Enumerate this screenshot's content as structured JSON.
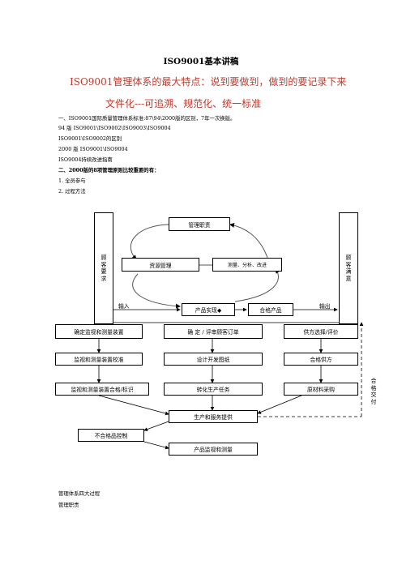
{
  "title": "ISO9001基本讲稿",
  "subtitle_line1": "ISO9001管理体系的最大特点：说到要做到，做到的要记录下来",
  "subtitle_line2": "文件化---可追溯、规范化、统一标准",
  "body": {
    "line1": "一、ISO9001国际质量管理体系标准:87\\94\\2000版的区别，7年一次换版。",
    "line2": "94 版          ISO9001\\ISO9002\\ISO9003\\ISO9004",
    "line3": "ISO9001\\ISO9002的区别",
    "line4": "2000 版        ISO9001\\ISO9004",
    "line5": "ISO9004持续改进指南",
    "line6": "二、2000版的8项管理原则比较重要的有：",
    "line7": "1.   全员参与",
    "line8": "2.   过程方法"
  },
  "diagram": {
    "customer_requirements": "顾客要求",
    "customer_satisfaction": "顾客满意",
    "management_responsibility": "管理职责",
    "resource_management": "资源管理",
    "measurement_analysis": "测量、分析、改进",
    "input": "输入",
    "output": "输出",
    "product_realization": "产品实现◆",
    "qualified_product": "合格产品",
    "row1": [
      "确定监视和测量装置",
      "确 定 / 评审顾客订单",
      "供方选择/评价"
    ],
    "row2": [
      "监视和测量装置校准",
      "设计开发图纸",
      "合格供方"
    ],
    "row3": [
      "监视和测量装置合格/标识",
      "转化生产任务",
      "原材料采购"
    ],
    "production_service": "生产和服务提供",
    "nonconforming_control": "不合格品控制",
    "product_monitoring": "产品监视和测量",
    "qualified_delivery": "合格交付"
  },
  "footer": {
    "line1": "管理体系四大过程",
    "line2": "管理职责"
  }
}
